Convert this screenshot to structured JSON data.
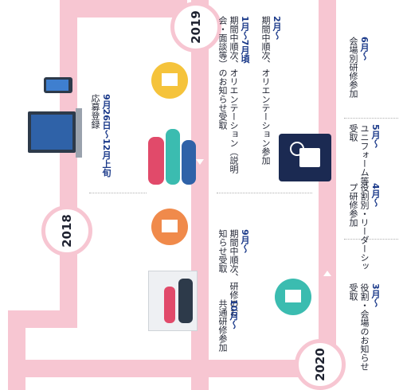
{
  "years": {
    "y2018": "2018",
    "y2019": "2019",
    "y2020": "2020"
  },
  "events": {
    "e1": {
      "date": "9月26日〜12月上旬",
      "text": "応募登録"
    },
    "e2": {
      "date": "1月〜7月頃",
      "text": "期間中順次、オリエンテーション（説明会・面談等）のお知らせ受取"
    },
    "e3": {
      "date": "2月〜",
      "text": "期間中順次、オリエンテーション参加"
    },
    "e4": {
      "date": "9月〜",
      "text": "期間中順次、研修のお知らせ受取"
    },
    "e5": {
      "date": "10月〜",
      "text": "共通研修参加"
    },
    "e6": {
      "date": "3月〜",
      "text": "役割・会場のお知らせ受取"
    },
    "e7": {
      "date": "4月〜",
      "text": "役割別・リーダーシップ研修参加"
    },
    "e8": {
      "date": "5月〜",
      "text": "ユニフォーム等受取"
    },
    "e9": {
      "date": "6月〜",
      "text": "会場別研修参加"
    }
  },
  "colors": {
    "road": "#f7c6d2",
    "accent": "#1b3a8a",
    "bubble_yellow": "#f5c33b",
    "bubble_orange": "#f08a4b",
    "bubble_teal": "#3bbcb0"
  }
}
